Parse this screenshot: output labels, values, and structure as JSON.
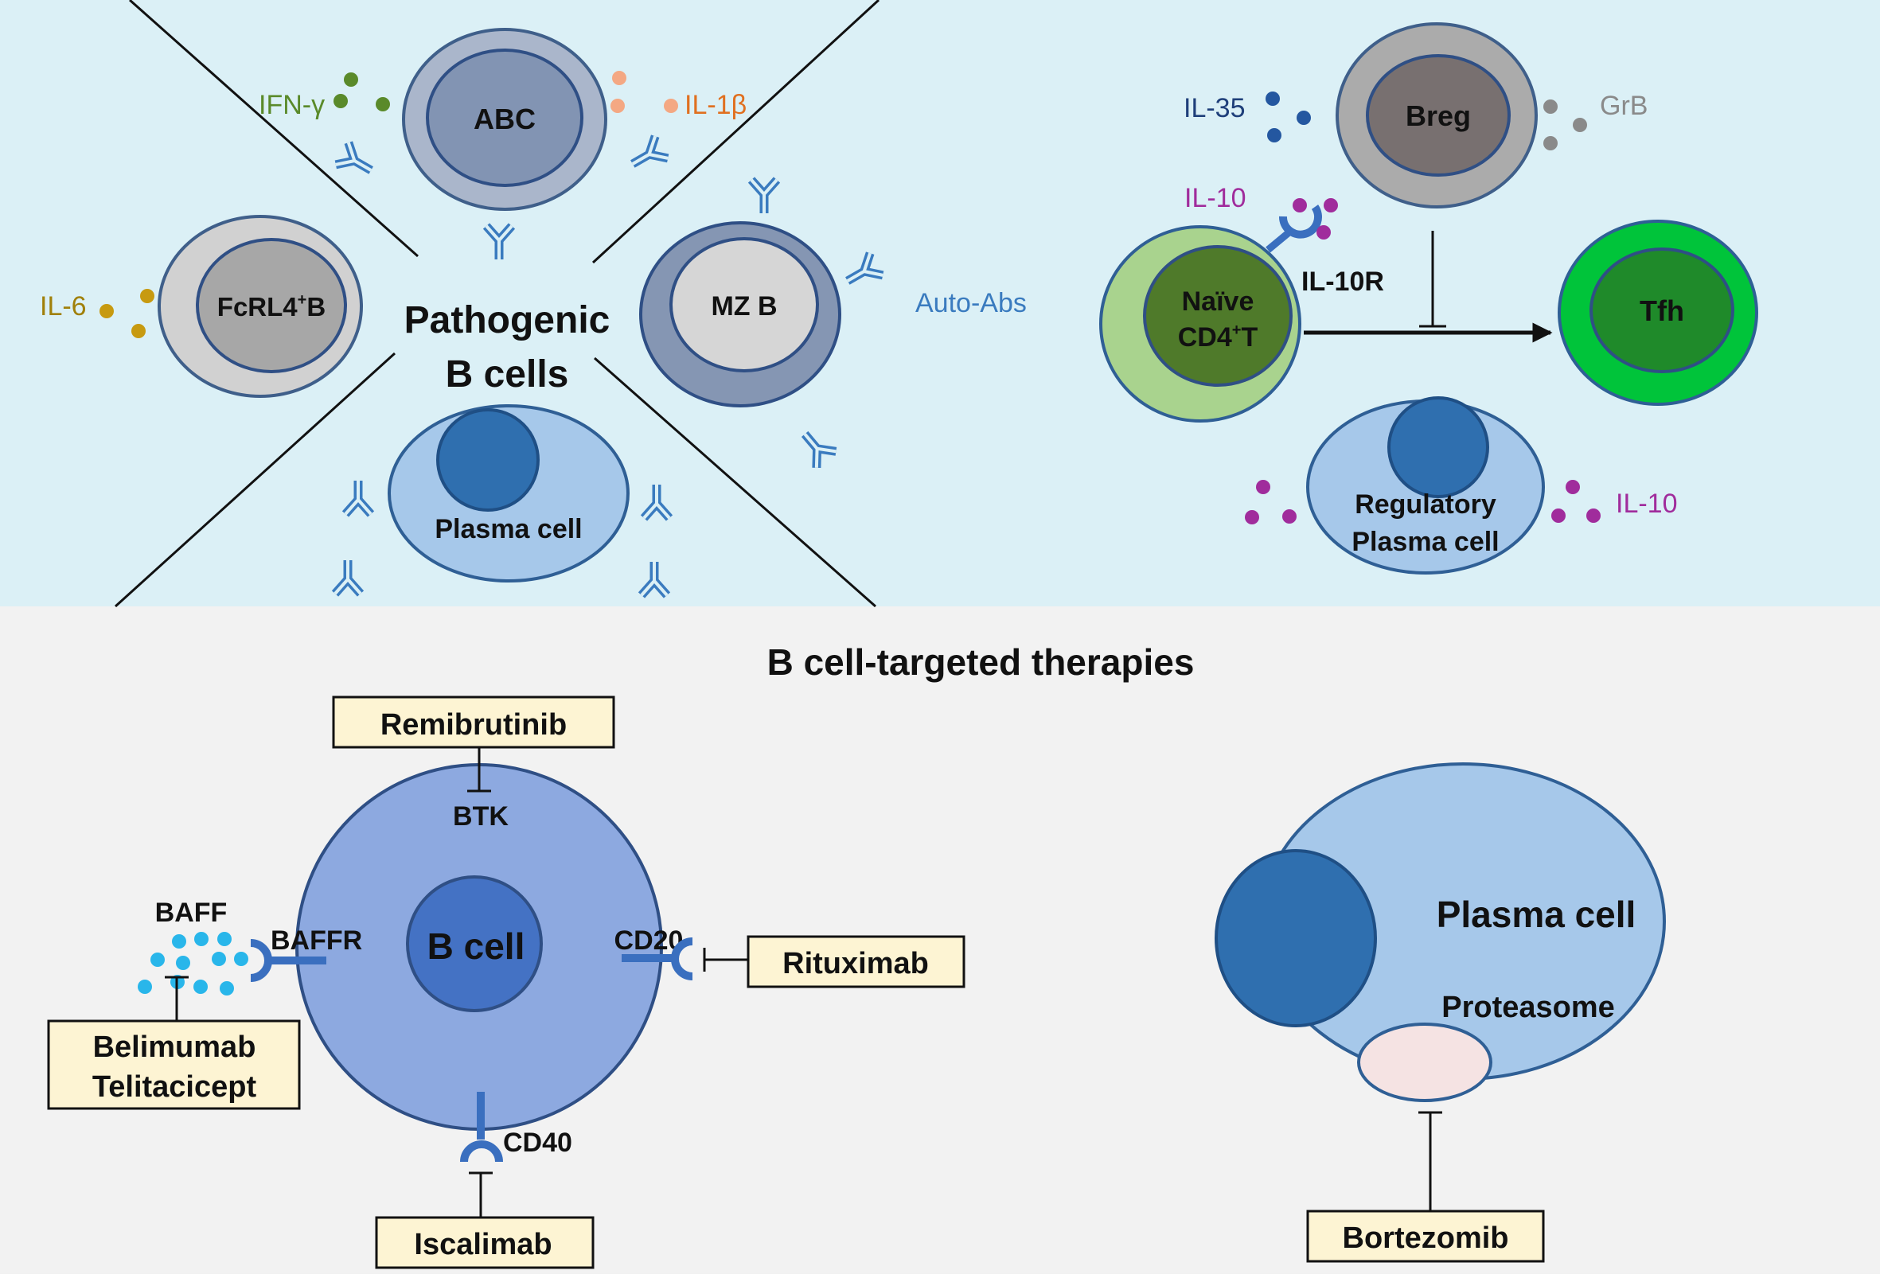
{
  "top_left": {
    "title_line1": "Pathogenic",
    "title_line2": "B cells",
    "cells": {
      "abc": "ABC",
      "fcrl4_prefix": "FcRL4",
      "fcrl4_sup": "+",
      "fcrl4_suffix": "B",
      "mzb": "MZ B",
      "plasma": "Plasma cell"
    },
    "cytokines": {
      "ifn": "IFN-γ",
      "il1b": "IL-1β",
      "il6": "IL-6",
      "autoabs": "Auto-Abs"
    }
  },
  "top_right": {
    "breg": "Breg",
    "il35": "IL-35",
    "grb": "GrB",
    "il10_top": "IL-10",
    "il10r": "IL-10R",
    "naive_line1": "Naïve",
    "naive_line2_prefix": "CD4",
    "naive_line2_sup": "+",
    "naive_line2_suffix": "T",
    "tfh": "Tfh",
    "regplasma_line1": "Regulatory",
    "regplasma_line2": "Plasma cell",
    "il10_bottom": "IL-10"
  },
  "bottom": {
    "title": "B cell-targeted therapies",
    "bcell": "B cell",
    "btk": "BTK",
    "baff": "BAFF",
    "baffr": "BAFFR",
    "cd20": "CD20",
    "cd40": "CD40",
    "drugs": {
      "remibrutinib": "Remibrutinib",
      "rituximab": "Rituximab",
      "belimumab": "Belimumab",
      "telitacicept": "Telitacicept",
      "iscalimab": "Iscalimab",
      "bortezomib": "Bortezomib"
    },
    "plasma": "Plasma cell",
    "proteasome": "Proteasome"
  },
  "colors": {
    "top_bg": "#dbf0f6",
    "bottom_bg": "#f2f2f2",
    "antibody": "#3a7bbf",
    "drug_box": "#fdf4d3",
    "ifn": "#5a8a2a",
    "il1b": "#e07020",
    "il6": "#a0800a",
    "il10": "#a02c9c",
    "il35": "#1f4e9c",
    "grb": "#8a8a8a",
    "baff_dots": "#29b6ea"
  }
}
